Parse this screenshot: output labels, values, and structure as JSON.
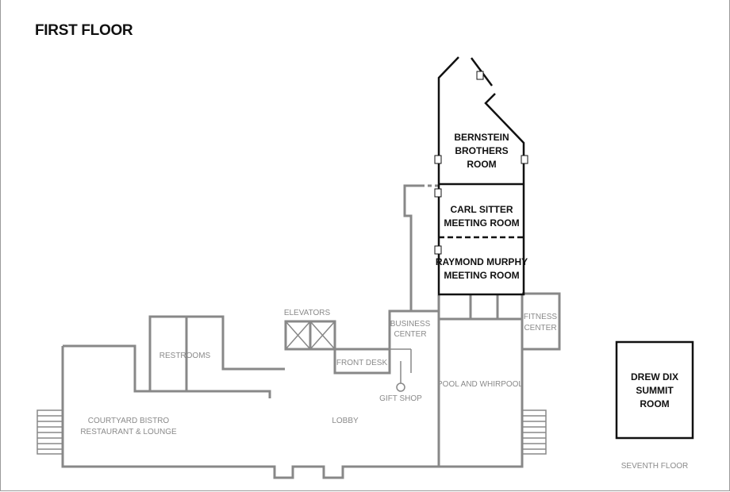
{
  "title": "FIRST FLOOR",
  "rooms": {
    "bernstein": [
      "BERNSTEIN",
      "BROTHERS",
      "ROOM"
    ],
    "carl_sitter": [
      "CARL SITTER",
      "MEETING ROOM"
    ],
    "raymond_murphy": [
      "RAYMOND MURPHY",
      "MEETING ROOM"
    ],
    "drew_dix": [
      "DREW DIX",
      "SUMMIT",
      "ROOM"
    ]
  },
  "labels": {
    "elevators": "ELEVATORS",
    "restrooms": "RESTROOMS",
    "business_center": [
      "BUSINESS",
      "CENTER"
    ],
    "front_desk": "FRONT DESK",
    "gift_shop": "GIFT SHOP",
    "fitness_center": [
      "FITNESS",
      "CENTER"
    ],
    "pool": "POOL AND WHIRPOOL",
    "courtyard": [
      "COURTYARD BISTRO",
      "RESTAURANT & LOUNGE"
    ],
    "lobby": "LOBBY",
    "seventh_floor": "SEVENTH FLOOR"
  },
  "colors": {
    "wall_gray": "#888888",
    "wall_black": "#111111"
  }
}
